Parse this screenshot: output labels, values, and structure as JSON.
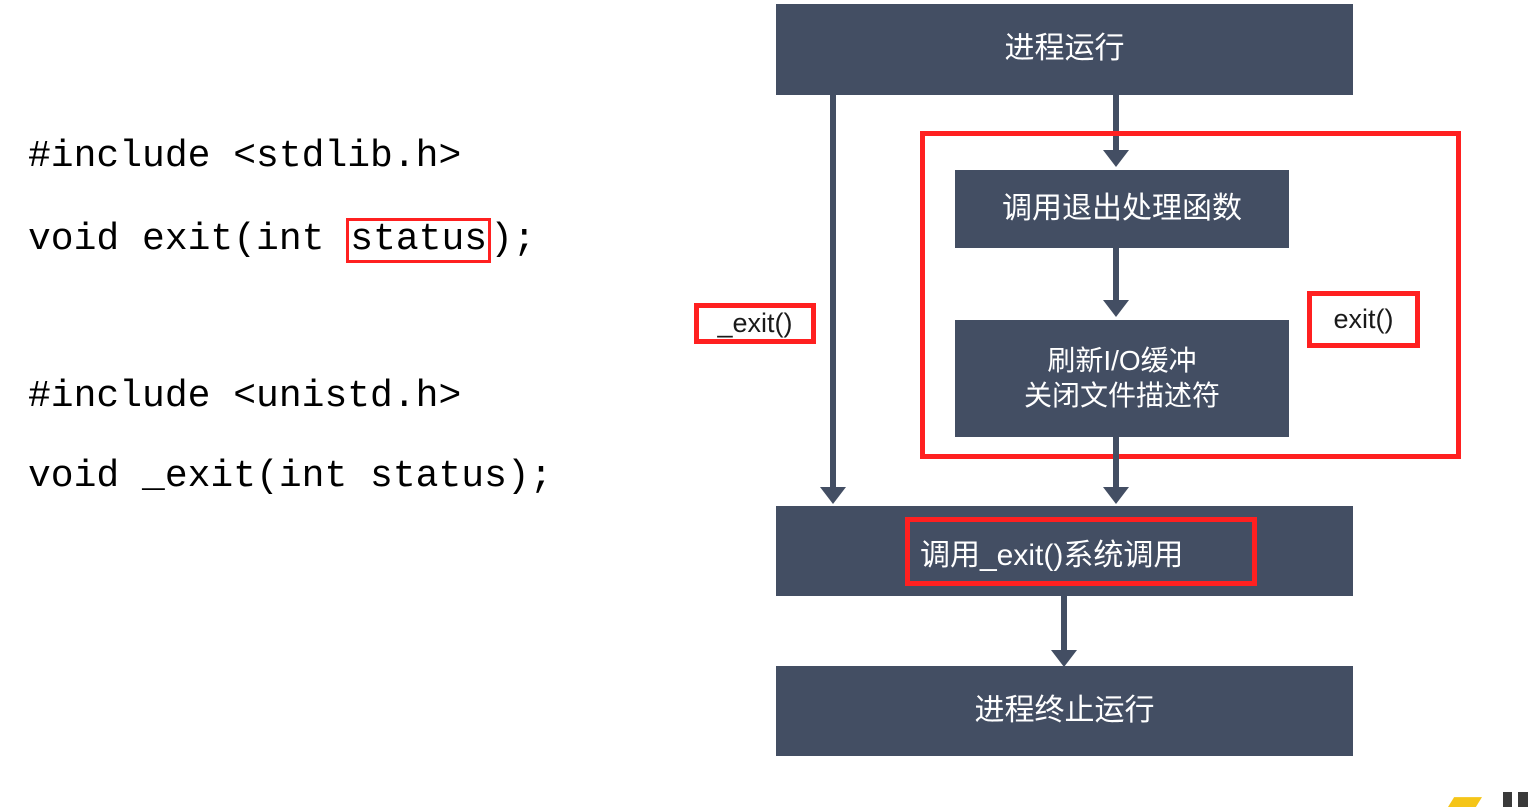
{
  "code": {
    "block1": {
      "line1": "#include <stdlib.h>",
      "line2_prefix": "void exit(int ",
      "line2_highlight": "status",
      "line2_suffix": ");"
    },
    "block2": {
      "line1": "#include <unistd.h>",
      "line2": "void _exit(int status);"
    }
  },
  "flow": {
    "boxes": {
      "process_running": "进程运行",
      "call_exit_handlers": "调用退出处理函数",
      "flush_io_line1": "刷新I/O缓冲",
      "flush_io_line2": "关闭文件描述符",
      "call_exit_syscall": "调用_exit()系统调用",
      "process_terminated": "进程终止运行"
    },
    "labels": {
      "underscore_exit": "_exit()",
      "exit": "exit()"
    }
  },
  "colors": {
    "box_fill": "#434e63",
    "box_text": "#ffffff",
    "annotation_red": "#ff2020",
    "connector": "#434e63",
    "background": "#ffffff",
    "code_text": "#000000",
    "watermark_accent": "#f5c518"
  }
}
